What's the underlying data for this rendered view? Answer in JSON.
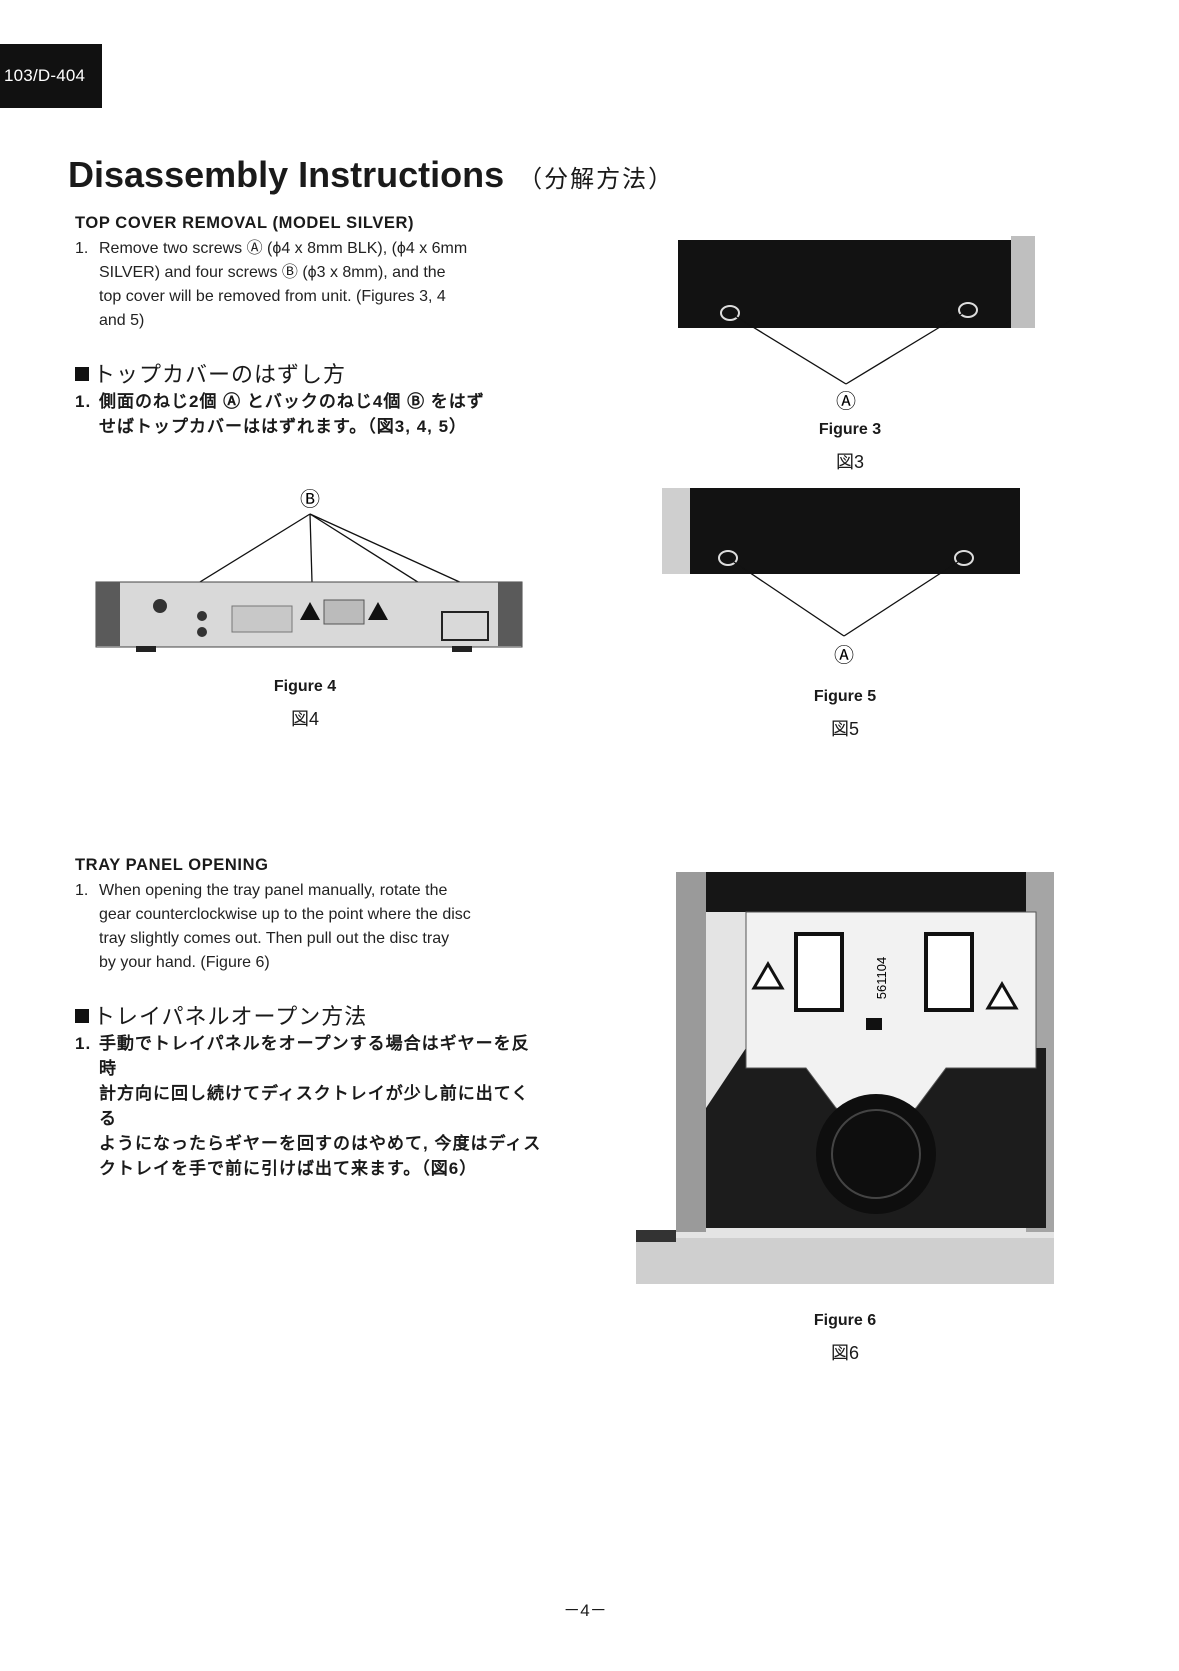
{
  "header": {
    "model_tab": "103/D-404"
  },
  "title": {
    "main": "Disassembly Instructions",
    "jp": "（分解方法）"
  },
  "top_cover": {
    "heading": "TOP COVER REMOVAL (MODEL SILVER)",
    "step_num": "1.",
    "step_lines": [
      "Remove two screws Ⓐ (ϕ4 x 8mm BLK), (ϕ4 x 6mm",
      "SILVER) and four screws Ⓑ (ϕ3 x 8mm), and the",
      "top cover will be removed from unit. (Figures 3, 4",
      "and 5)"
    ],
    "jp_heading": "トップカバーのはずし方",
    "jp_step_num": "1.",
    "jp_step_lines": [
      "側面のねじ2個 Ⓐ とバックのねじ4個 Ⓑ をはず",
      "せばトップカバーははずれます。（図3, 4, 5）"
    ]
  },
  "tray_panel": {
    "heading": "TRAY PANEL OPENING",
    "step_num": "1.",
    "step_lines": [
      "When opening the tray panel manually, rotate the",
      "gear counterclockwise up to the point where the disc",
      "tray slightly comes out. Then pull out the disc tray",
      "by your hand. (Figure 6)"
    ],
    "jp_heading": "トレイパネルオープン方法",
    "jp_step_num": "1.",
    "jp_step_lines": [
      "手動でトレイパネルをオープンする場合はギヤーを反時",
      "計方向に回し続けてディスクトレイが少し前に出てくる",
      "ようになったらギヤーを回すのはやめて, 今度はディス",
      "クトレイを手で前に引けば出て来ます。（図6）"
    ]
  },
  "figures": {
    "fig3": {
      "label": "Figure 3",
      "label_jp": "図3",
      "callout": "Ⓐ"
    },
    "fig4": {
      "label": "Figure 4",
      "label_jp": "図4",
      "callout": "Ⓑ"
    },
    "fig5": {
      "label": "Figure 5",
      "label_jp": "図5",
      "callout": "Ⓐ"
    },
    "fig6": {
      "label": "Figure 6",
      "label_jp": "図6",
      "chip_code": "561104"
    }
  },
  "footer": {
    "page_number": "－4－"
  }
}
